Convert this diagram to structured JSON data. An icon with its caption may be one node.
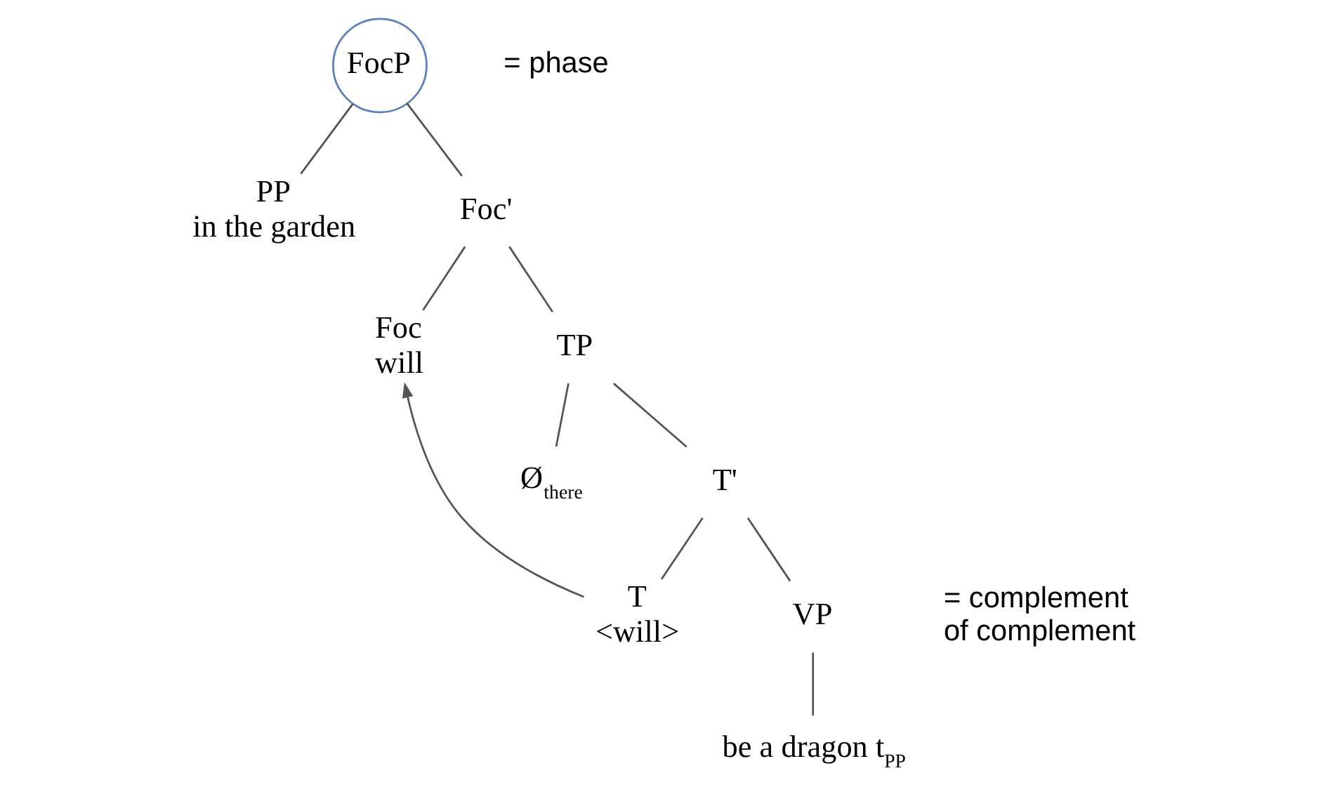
{
  "diagram": {
    "nodes": [
      {
        "text": [
          "FocP"
        ],
        "beside": [
          "= phase"
        ]
      },
      {
        "text": [
          "PP",
          "in the garden"
        ]
      },
      {
        "text": [
          "Foc'"
        ]
      },
      {
        "text": [
          "Foc",
          "will"
        ]
      },
      {
        "text": [
          "TP"
        ]
      },
      {
        "text": [
          "Ø$_{there}$"
        ]
      },
      {
        "text": [
          "T'"
        ]
      },
      {
        "text": [
          "T",
          "<will>"
        ]
      },
      {
        "text": [
          "VP"
        ],
        "beside": [
          "= complement of complement"
        ]
      },
      {
        "text": [
          "be a dragon t$_{PP}$"
        ]
      }
    ],
    "edges": [
      {
        "from": 0,
        "to": 1,
        "arrow": "none"
      },
      {
        "from": 0,
        "to": 2,
        "arrow": "none"
      },
      {
        "from": 2,
        "to": 3,
        "arrow": "none"
      },
      {
        "from": 2,
        "to": 4,
        "arrow": "none"
      },
      {
        "from": 4,
        "to": 5,
        "arrow": "none"
      },
      {
        "from": 4,
        "to": 6,
        "arrow": "none"
      },
      {
        "from": 6,
        "to": 7,
        "arrow": "none"
      },
      {
        "from": 6,
        "to": 8,
        "arrow": "none"
      },
      {
        "from": 8,
        "to": 9,
        "arrow": "none"
      },
      {
        "from": 7,
        "to": 3,
        "arrow": "to"
      }
    ]
  }
}
